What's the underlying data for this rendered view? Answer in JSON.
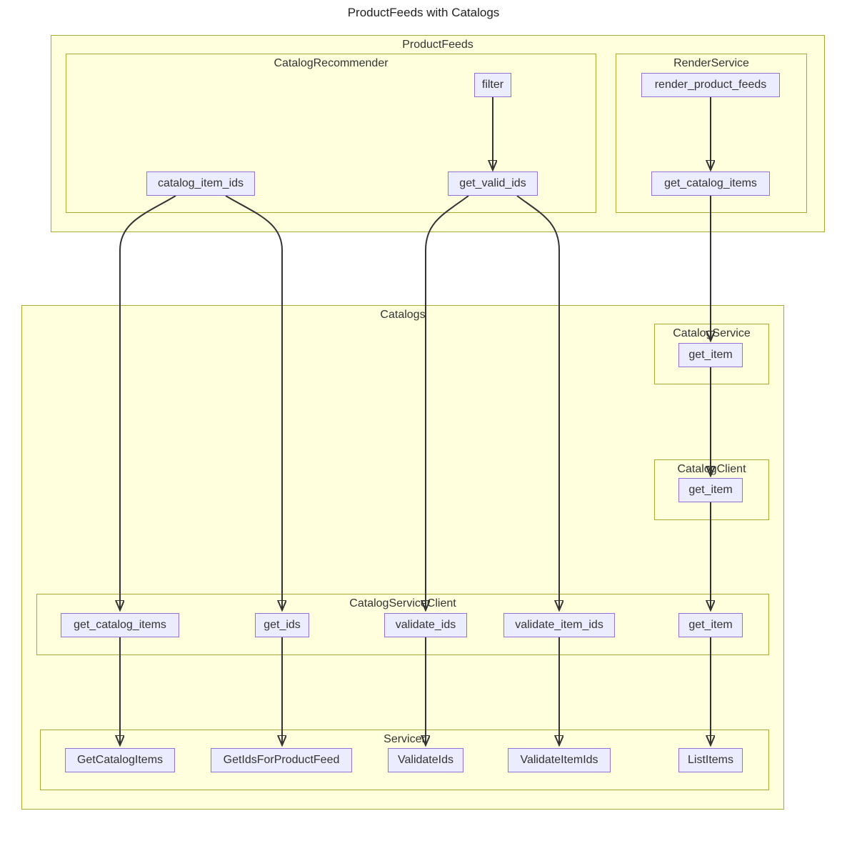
{
  "title": "ProductFeeds with Catalogs",
  "clusters": {
    "product_feeds": {
      "label": "ProductFeeds"
    },
    "catalog_recommender": {
      "label": "CatalogRecommender"
    },
    "render_service": {
      "label": "RenderService"
    },
    "catalogs": {
      "label": "Catalogs"
    },
    "catalog_service": {
      "label": "CatalogService"
    },
    "catalog_client": {
      "label": "CatalogClient"
    },
    "catalog_service_client": {
      "label": "CatalogServiceClient"
    },
    "servicer": {
      "label": "Servicer"
    }
  },
  "nodes": {
    "filter": {
      "label": "filter"
    },
    "catalog_item_ids": {
      "label": "catalog_item_ids"
    },
    "get_valid_ids": {
      "label": "get_valid_ids"
    },
    "render_product_feeds": {
      "label": "render_product_feeds"
    },
    "rs_get_catalog_items": {
      "label": "get_catalog_items"
    },
    "cs_get_item": {
      "label": "get_item"
    },
    "cc_get_item": {
      "label": "get_item"
    },
    "csc_get_catalog_items": {
      "label": "get_catalog_items"
    },
    "csc_get_ids": {
      "label": "get_ids"
    },
    "csc_validate_ids": {
      "label": "validate_ids"
    },
    "csc_validate_item_ids": {
      "label": "validate_item_ids"
    },
    "csc_get_item": {
      "label": "get_item"
    },
    "sv_get_catalog_items": {
      "label": "GetCatalogItems"
    },
    "sv_get_ids_for_product_feed": {
      "label": "GetIdsForProductFeed"
    },
    "sv_validate_ids": {
      "label": "ValidateIds"
    },
    "sv_validate_item_ids": {
      "label": "ValidateItemIds"
    },
    "sv_list_items": {
      "label": "ListItems"
    }
  },
  "edges": [
    {
      "from": "CatalogRecommender.filter",
      "to": "CatalogRecommender.get_valid_ids"
    },
    {
      "from": "RenderService.render_product_feeds",
      "to": "RenderService.get_catalog_items"
    },
    {
      "from": "CatalogRecommender.catalog_item_ids",
      "to": "CatalogServiceClient.get_catalog_items"
    },
    {
      "from": "CatalogRecommender.catalog_item_ids",
      "to": "CatalogServiceClient.get_ids"
    },
    {
      "from": "CatalogRecommender.get_valid_ids",
      "to": "CatalogServiceClient.validate_ids"
    },
    {
      "from": "CatalogRecommender.get_valid_ids",
      "to": "CatalogServiceClient.validate_item_ids"
    },
    {
      "from": "RenderService.get_catalog_items",
      "to": "CatalogService.get_item"
    },
    {
      "from": "CatalogService.get_item",
      "to": "CatalogClient.get_item"
    },
    {
      "from": "CatalogClient.get_item",
      "to": "CatalogServiceClient.get_item"
    },
    {
      "from": "CatalogServiceClient.get_catalog_items",
      "to": "Servicer.GetCatalogItems"
    },
    {
      "from": "CatalogServiceClient.get_ids",
      "to": "Servicer.GetIdsForProductFeed"
    },
    {
      "from": "CatalogServiceClient.validate_ids",
      "to": "Servicer.ValidateIds"
    },
    {
      "from": "CatalogServiceClient.validate_item_ids",
      "to": "Servicer.ValidateItemIds"
    },
    {
      "from": "CatalogServiceClient.get_item",
      "to": "Servicer.ListItems"
    }
  ],
  "colors": {
    "node_fill": "#ECECFF",
    "node_border": "#9370DB",
    "cluster_fill": "#FFFFDE",
    "cluster_border": "#AAAA33",
    "edge": "#333333",
    "text": "#333333",
    "background": "#FFFFFF"
  }
}
